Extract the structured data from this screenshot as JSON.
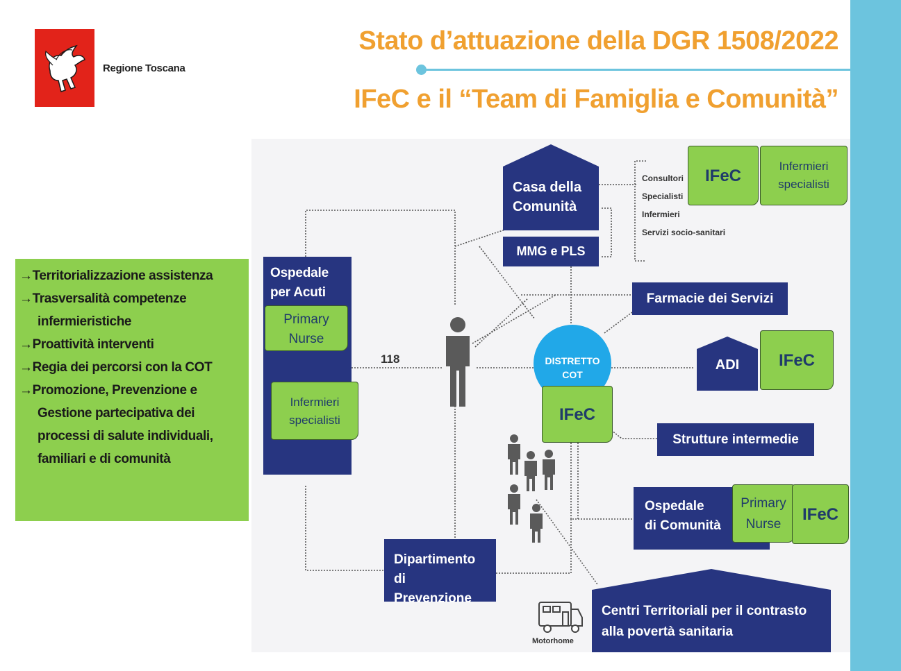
{
  "header": {
    "organization": "Regione Toscana",
    "title_line1": "Stato d’attuazione della DGR 1508/2022",
    "title_line2": "IFeC e il “Team di  Famiglia  e Comunità”"
  },
  "colors": {
    "accent_orange": "#f0a030",
    "navy": "#273580",
    "green": "#8dcf4e",
    "cyan": "#6cc4de",
    "cot_blue": "#21a8e8",
    "logo_red": "#e2231a"
  },
  "objectives": [
    {
      "arrow": "→",
      "lines": [
        "Territorializzazione assistenza"
      ]
    },
    {
      "arrow": "→",
      "lines": [
        "Trasversalità competenze",
        "infermieristiche"
      ]
    },
    {
      "arrow": "→",
      "lines": [
        "Proattività interventi"
      ]
    },
    {
      "arrow": "→",
      "lines": [
        "Regia dei percorsi con la COT"
      ]
    },
    {
      "arrow": "→",
      "lines": [
        "Promozione, Prevenzione e",
        "Gestione partecipativa dei",
        "processi di salute individuali,",
        "familiari e di comunità"
      ]
    }
  ],
  "diagram": {
    "ospedale_acuti": [
      "Ospedale",
      "per Acuti"
    ],
    "primary_nurse": [
      "Primary",
      "Nurse"
    ],
    "infermieri_specialisti": [
      "Infermieri",
      "specialisti"
    ],
    "link_118": "118",
    "casa_comunita": [
      "Casa della",
      "Comunità"
    ],
    "mmg_pls": "MMG e PLS",
    "services": [
      "Consultori",
      "Specialisti",
      "Infermieri",
      "Servizi socio-sanitari"
    ],
    "ifec": "IFeC",
    "farmacie": "Farmacie dei Servizi",
    "cot": [
      "DISTRETTO",
      "COT"
    ],
    "adi": "ADI",
    "strutture": "Strutture intermedie",
    "ospedale_comunita": [
      "Ospedale",
      "di Comunità"
    ],
    "dipartimento": [
      "Dipartimento",
      "di Prevenzione"
    ],
    "centri": [
      "Centri Territoriali per il contrasto",
      "alla povertà sanitaria"
    ],
    "motorhome": "Motorhome"
  },
  "icons": [
    "regione-toscana-pegasus-logo",
    "person-icon",
    "people-group-icon",
    "motorhome-icon"
  ]
}
